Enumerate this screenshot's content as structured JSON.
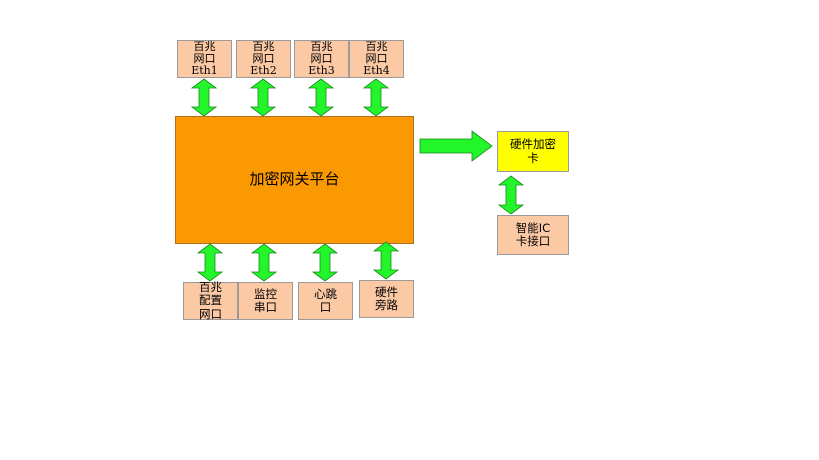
{
  "top_ports": [
    {
      "label": "百兆\n网口\nEth1"
    },
    {
      "label": "百兆\n网口\nEth2"
    },
    {
      "label": "百兆\n网口\nEth3"
    },
    {
      "label": "百兆\n网口\nEth4"
    }
  ],
  "main_block": {
    "label": "加密网关平台"
  },
  "bottom_ports": [
    {
      "label": "百兆\n配置\n网口"
    },
    {
      "label": "监控\n串口"
    },
    {
      "label": "心跳\n口"
    },
    {
      "label": "硬件\n旁路"
    }
  ],
  "crypto_card": {
    "label": "硬件加密\n卡"
  },
  "ic_card": {
    "label": "智能IC\n卡接口"
  },
  "colors": {
    "main_block": "#fb9903",
    "port_box": "#fbc9a4",
    "crypto_card": "#ffff00",
    "arrow": "#22f52a"
  }
}
